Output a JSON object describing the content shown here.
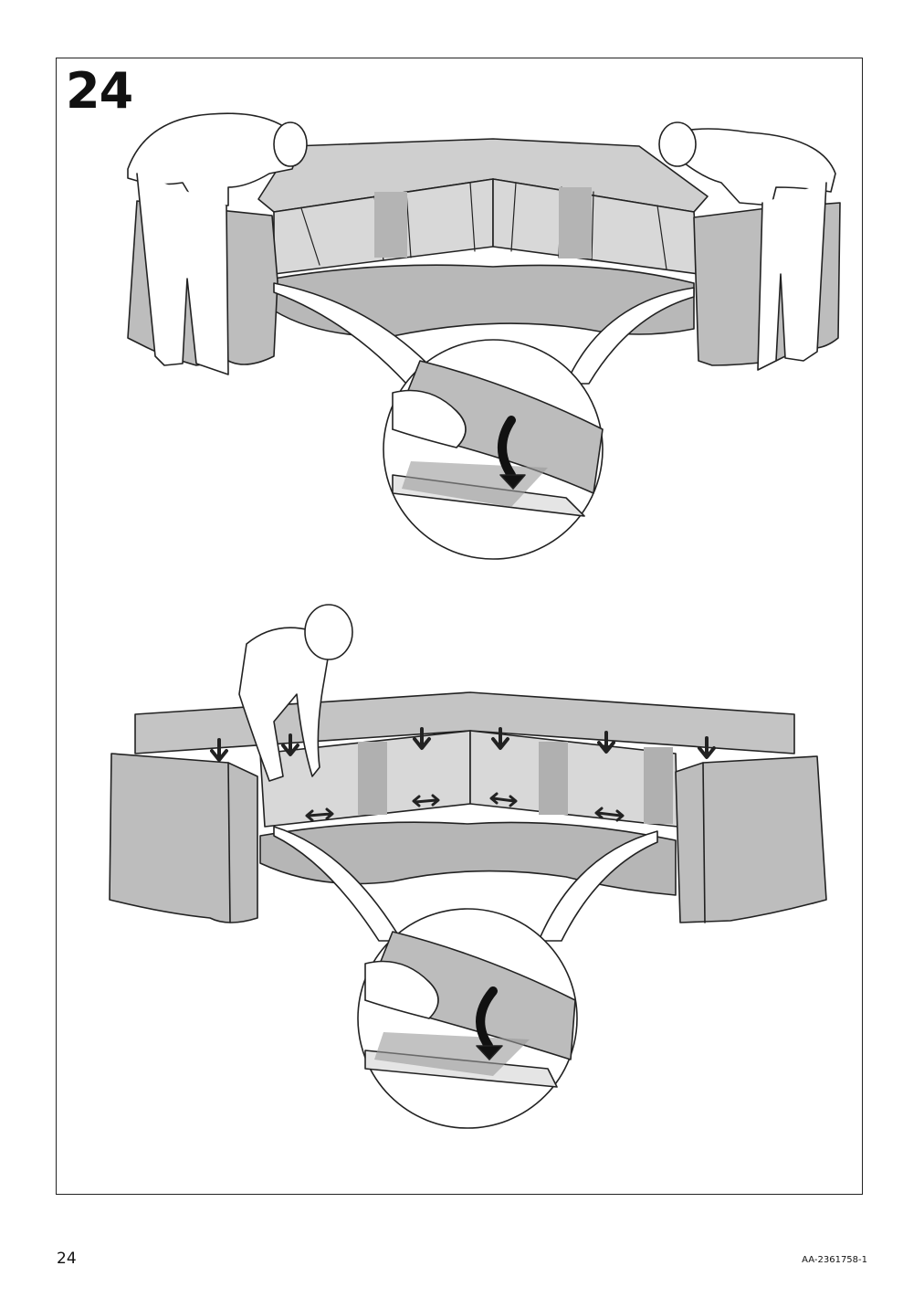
{
  "step": {
    "number": "24"
  },
  "footer": {
    "page_number": "24",
    "document_code": "AA-2361758-1"
  }
}
